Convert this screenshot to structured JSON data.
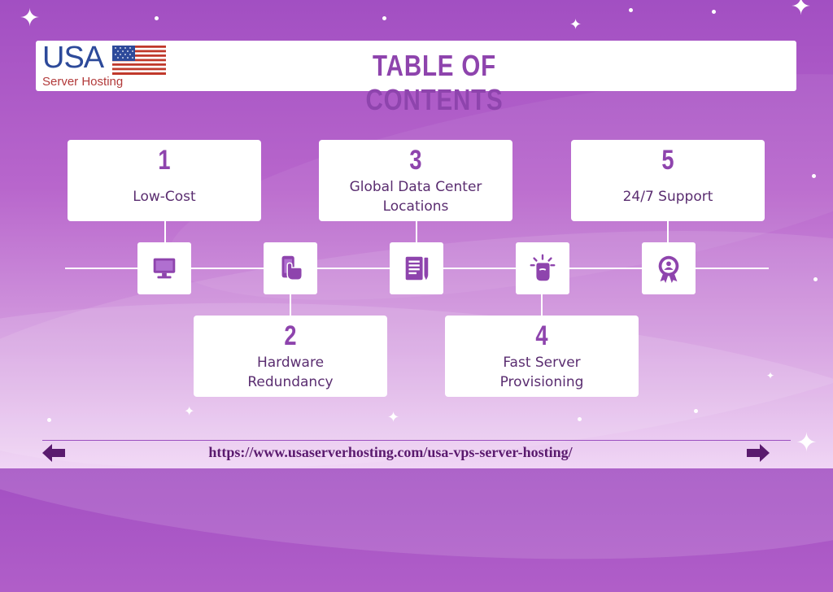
{
  "brand": {
    "logo_text": "USA",
    "logo_subtext": "Server Hosting"
  },
  "header": {
    "title": "TABLE OF CONTENTS"
  },
  "items": [
    {
      "number": "1",
      "label": "Low-Cost",
      "icon": "monitor-icon"
    },
    {
      "number": "2",
      "label": "Hardware\nRedundancy",
      "icon": "hand-tap-phone-icon"
    },
    {
      "number": "3",
      "label": "Global Data Center\nLocations",
      "icon": "document-pen-icon"
    },
    {
      "number": "4",
      "label": "Fast Server\nProvisioning",
      "icon": "raised-fist-icon"
    },
    {
      "number": "5",
      "label": "24/7 Support",
      "icon": "award-badge-icon"
    }
  ],
  "footer": {
    "url": "https://www.usaserverhosting.com/usa-vps-server-hosting/",
    "prev_icon": "arrow-left-icon",
    "next_icon": "arrow-right-icon"
  },
  "colors": {
    "accent": "#8e44ad",
    "background_top": "#a24fc2",
    "background_bottom": "#eed0f4"
  }
}
